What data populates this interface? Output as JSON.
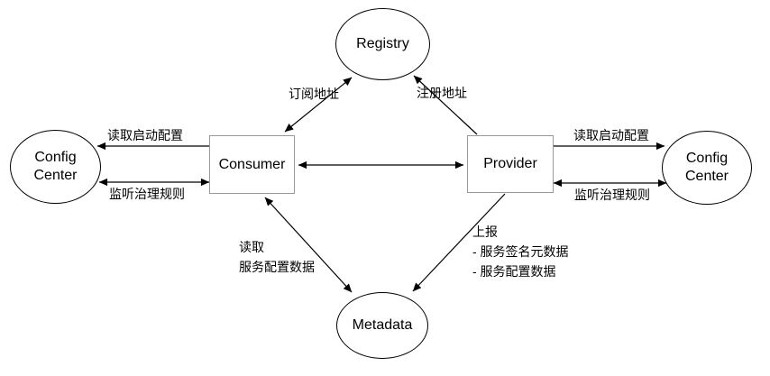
{
  "diagram": {
    "title": "service discovery and configuration architecture diagram",
    "nodes": {
      "registry": {
        "label": "Registry",
        "shape": "ellipse"
      },
      "consumer": {
        "label": "Consumer",
        "shape": "rect"
      },
      "provider": {
        "label": "Provider",
        "shape": "rect"
      },
      "config_center_left": {
        "line1": "Config",
        "line2": "Center",
        "shape": "ellipse"
      },
      "config_center_right": {
        "line1": "Config",
        "line2": "Center",
        "shape": "ellipse"
      },
      "metadata": {
        "label": "Metadata",
        "shape": "ellipse"
      }
    },
    "labels": {
      "subscribe_address": "订阅地址",
      "register_address": "注册地址",
      "read_startup_config": "读取启动配置",
      "listen_governance_rules": "监听治理规则",
      "read_line1": "读取",
      "read_line2": "服务配置数据",
      "report_line1": "上报",
      "report_line2": "- 服务签名元数据",
      "report_line3": "- 服务配置数据"
    },
    "edges": [
      {
        "from": "consumer",
        "to": "registry",
        "arrows": "both",
        "label": "订阅地址"
      },
      {
        "from": "provider",
        "to": "registry",
        "arrows": "to",
        "label": "注册地址"
      },
      {
        "from": "consumer",
        "to": "config_center_left",
        "arrows": "to",
        "label": "读取启动配置"
      },
      {
        "from": "consumer",
        "to": "config_center_left",
        "arrows": "both",
        "label": "监听治理规则"
      },
      {
        "from": "provider",
        "to": "config_center_right",
        "arrows": "to",
        "label": "读取启动配置"
      },
      {
        "from": "provider",
        "to": "config_center_right",
        "arrows": "both",
        "label": "监听治理规则"
      },
      {
        "from": "consumer",
        "to": "provider",
        "arrows": "both",
        "label": ""
      },
      {
        "from": "consumer",
        "to": "metadata",
        "arrows": "both",
        "label": "读取 服务配置数据"
      },
      {
        "from": "provider",
        "to": "metadata",
        "arrows": "to",
        "label": "上报 - 服务签名元数据 - 服务配置数据"
      }
    ],
    "colors": {
      "line": "#000000",
      "rect_border": "#999999",
      "ellipse_border": "#000000",
      "text": "#000000",
      "background": "#ffffff"
    }
  }
}
